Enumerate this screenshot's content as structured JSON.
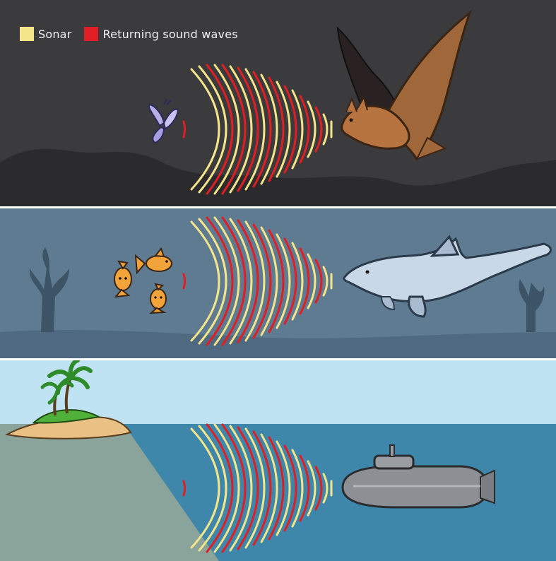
{
  "legend": {
    "sonar_label": "Sonar",
    "returning_label": "Returning sound waves"
  },
  "colors": {
    "sonar": "#f4e58a",
    "returning": "#e11e23",
    "night_sky": "#3b3b3d",
    "night_hills": "#2b2b2d",
    "ocean_deep": "#5e7b92",
    "ocean_floor": "#4f6a80",
    "sky": "#bfe3f2",
    "sea": "#3f87aa",
    "seabed": "#8aa39b"
  },
  "panels": [
    {
      "name": "bat-panel",
      "emitter": "bat",
      "target": "moth"
    },
    {
      "name": "dolphin-panel",
      "emitter": "dolphin",
      "target": "goldfish"
    },
    {
      "name": "submarine-panel",
      "emitter": "submarine",
      "target": "island"
    }
  ]
}
